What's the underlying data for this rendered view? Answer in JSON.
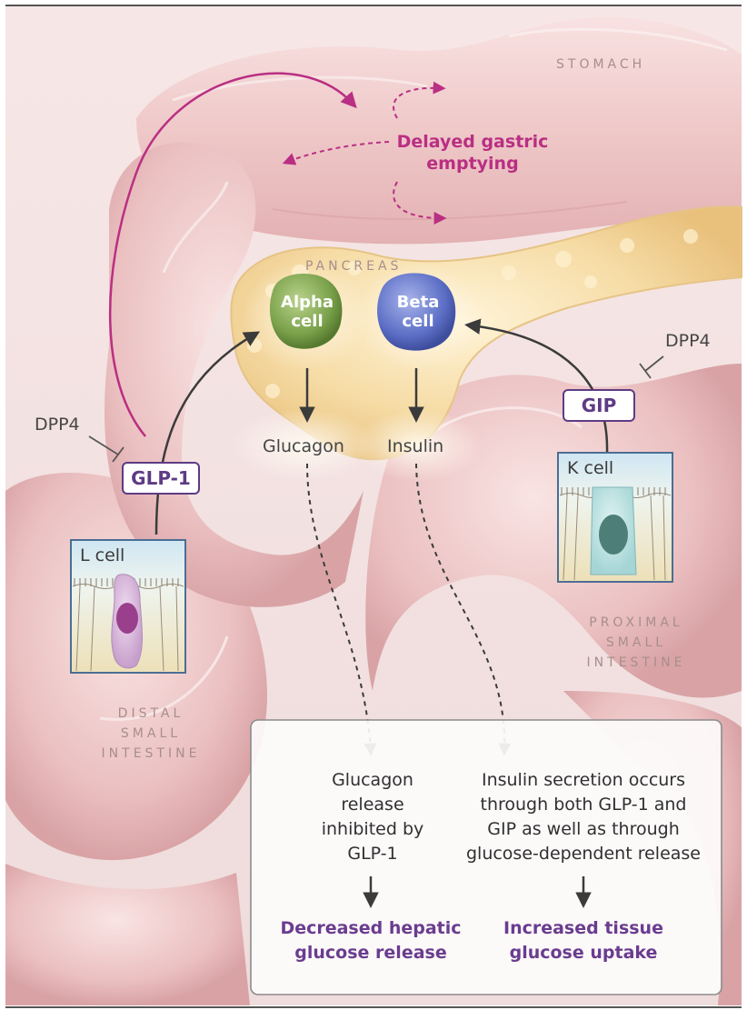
{
  "organs": {
    "stomach": "STOMACH",
    "pancreas": "PANCREAS",
    "proximal": [
      "PROXIMAL",
      "SMALL",
      "INTESTINE"
    ],
    "distal": [
      "DISTAL",
      "SMALL",
      "INTESTINE"
    ]
  },
  "gastric": {
    "line1": "Delayed gastric",
    "line2": "emptying"
  },
  "alpha_cell": {
    "line1": "Alpha",
    "line2": "cell"
  },
  "beta_cell": {
    "line1": "Beta",
    "line2": "cell"
  },
  "hormones": {
    "glucagon": "Glucagon",
    "insulin": "Insulin"
  },
  "incretins": {
    "glp1": "GLP-1",
    "gip": "GIP"
  },
  "enzyme": {
    "left": "DPP4",
    "right": "DPP4"
  },
  "cells": {
    "l_cell": "L cell",
    "k_cell": "K cell"
  },
  "outcome_box": {
    "left_text": [
      "Glucagon",
      "release",
      "inhibited by",
      "GLP-1"
    ],
    "left_result": [
      "Decreased hepatic",
      "glucose release"
    ],
    "right_text": [
      "Insulin secretion occurs",
      "through both GLP-1 and",
      "GIP as well as through",
      "glucose-dependent release"
    ],
    "right_result": [
      "Increased tissue",
      "glucose uptake"
    ]
  },
  "colors": {
    "magenta": "#b92f83",
    "purple": "#5e3b84",
    "alpha_green": "#7aa14a",
    "beta_blue": "#5d6fc6"
  }
}
